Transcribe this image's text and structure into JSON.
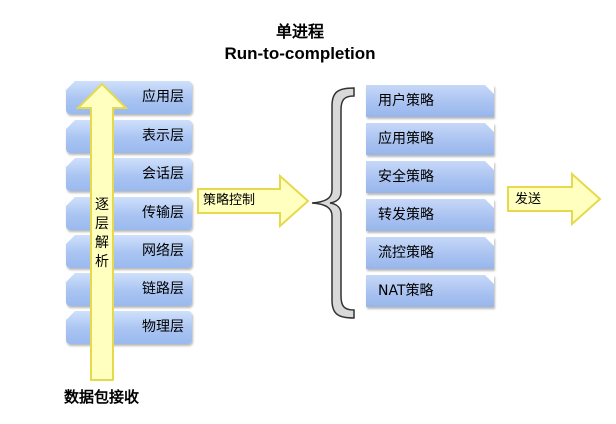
{
  "title": {
    "main": "单进程",
    "sub": "Run-to-completion"
  },
  "layers": [
    {
      "label": "应用层"
    },
    {
      "label": "表示层"
    },
    {
      "label": "会话层"
    },
    {
      "label": "传输层"
    },
    {
      "label": "网络层"
    },
    {
      "label": "链路层"
    },
    {
      "label": "物理层"
    }
  ],
  "parse_arrow": {
    "chars": [
      "逐",
      "层",
      "解",
      "析"
    ]
  },
  "receive_label": "数据包接收",
  "policy_control_label": "策略控制",
  "policies": [
    {
      "label": "用户策略"
    },
    {
      "label": "应用策略"
    },
    {
      "label": "安全策略"
    },
    {
      "label": "转发策略"
    },
    {
      "label": "流控策略"
    },
    {
      "label": "NAT策略"
    }
  ],
  "send_label": "发送",
  "colors": {
    "box_blue": "#a9c4f2",
    "arrow_fill": "#ffffbf",
    "arrow_stroke": "#e6d94d",
    "bracket_fill": "#d9d9d9"
  }
}
